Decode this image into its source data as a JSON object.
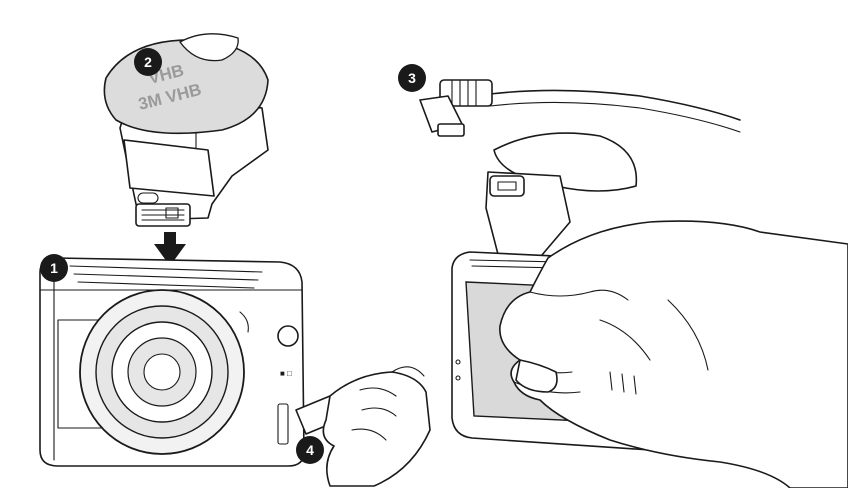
{
  "callouts": [
    {
      "number": "1"
    },
    {
      "number": "2"
    },
    {
      "number": "3"
    },
    {
      "number": "4"
    }
  ],
  "tape_label": {
    "line_a": "3M VHB",
    "line_b": "VHB"
  },
  "camera_mark": "■ □",
  "colors": {
    "line": "#1a1a1a",
    "tape": "#dcdcdc",
    "callout": "#1a1a1a",
    "lens": "#e6e6e6",
    "screen": "#d9d9d9"
  }
}
